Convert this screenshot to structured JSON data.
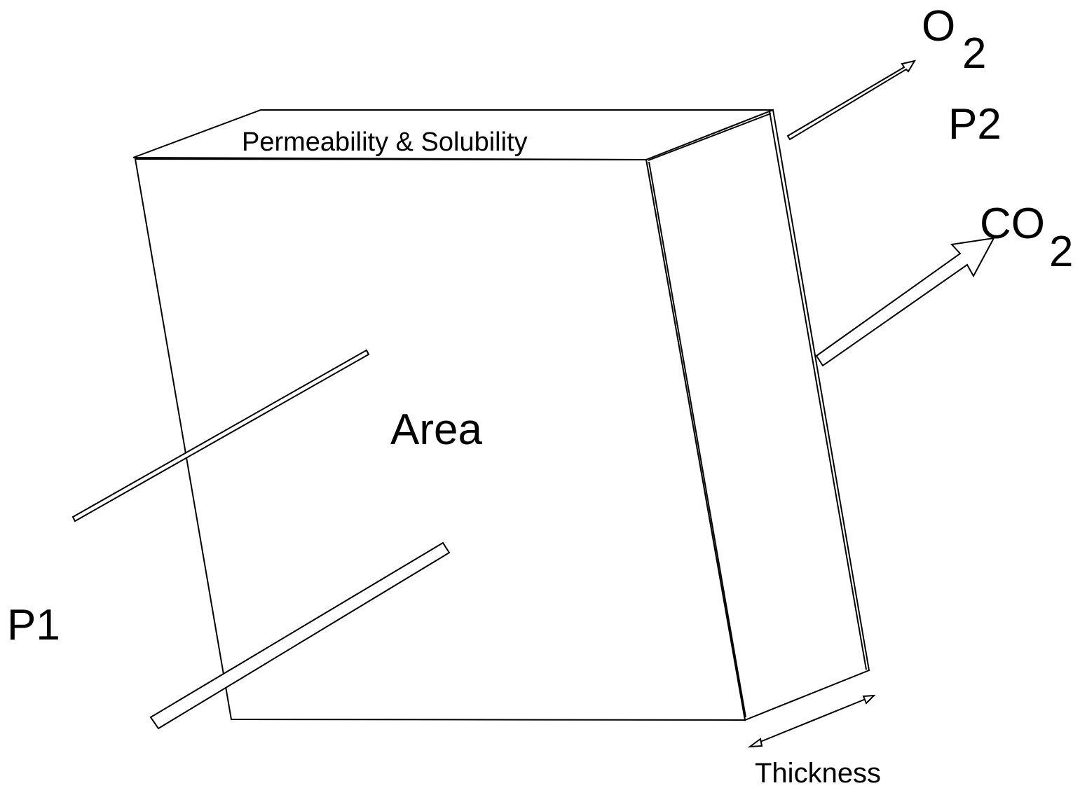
{
  "diagram": {
    "top_label": "Permeability & Solubility",
    "area_label": "Area",
    "thickness_label": "Thickness",
    "p1_label": "P1",
    "p2_label": "P2",
    "o2": {
      "base": "O",
      "sub": "2"
    },
    "co2": {
      "base": "CO",
      "sub": "2"
    }
  },
  "colors": {
    "stroke": "#000000",
    "background": "#ffffff"
  }
}
